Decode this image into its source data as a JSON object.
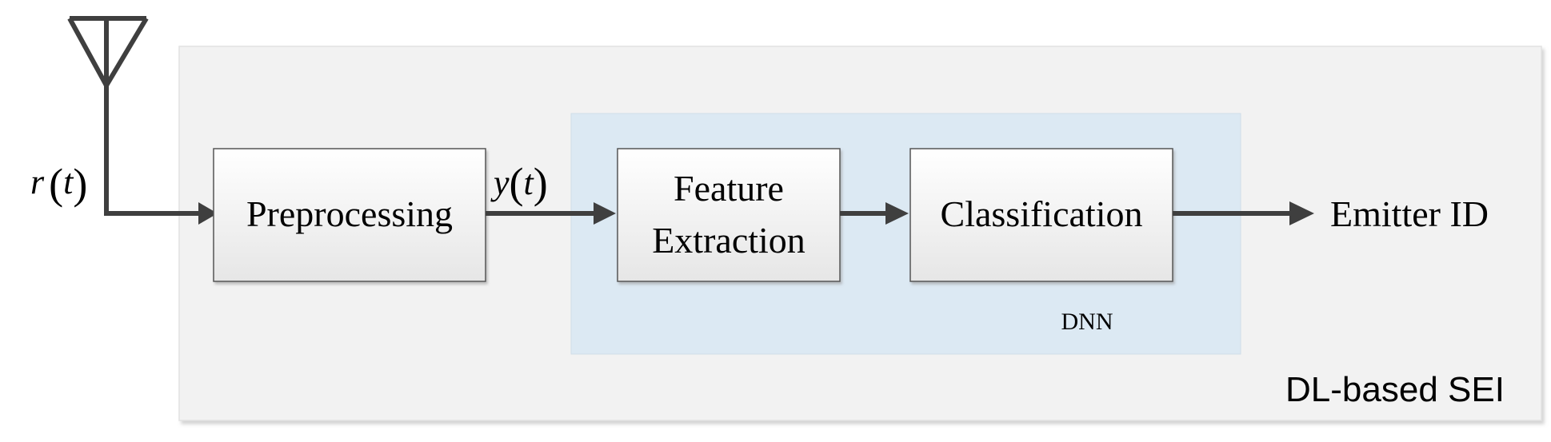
{
  "diagram": {
    "input_signal": {
      "name": "r",
      "arg": "t"
    },
    "preprocessed_signal": {
      "name": "y",
      "arg": "t"
    },
    "blocks": {
      "preprocessing": "Preprocessing",
      "feature_extraction_line1": "Feature",
      "feature_extraction_line2": "Extraction",
      "classification": "Classification"
    },
    "output_label": "Emitter ID",
    "dnn_label": "DNN",
    "system_label": "DL-based SEI",
    "colors": {
      "outer_panel": "#f2f2f2",
      "dnn_panel": "#dce9f3",
      "block_fill_top": "#ffffff",
      "block_fill_bottom": "#e8e8e8",
      "block_border": "#555555",
      "arrow": "#3f3f3f",
      "text": "#000000"
    }
  }
}
